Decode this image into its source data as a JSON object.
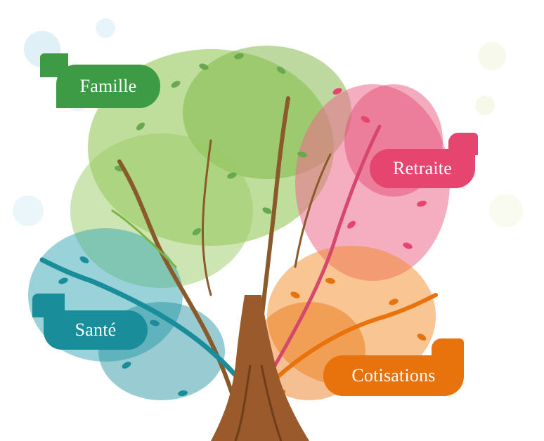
{
  "labels": {
    "famille": "Famille",
    "retraite": "Retraite",
    "sante": "Santé",
    "cotisations": "Cotisations"
  },
  "colors": {
    "famille": "#3d9a45",
    "retraite": "#e5456e",
    "sante": "#1a8d9b",
    "cotisations": "#e8720c",
    "trunk": "#9a5a2c"
  },
  "icons": {
    "tree": "tree-illustration"
  }
}
